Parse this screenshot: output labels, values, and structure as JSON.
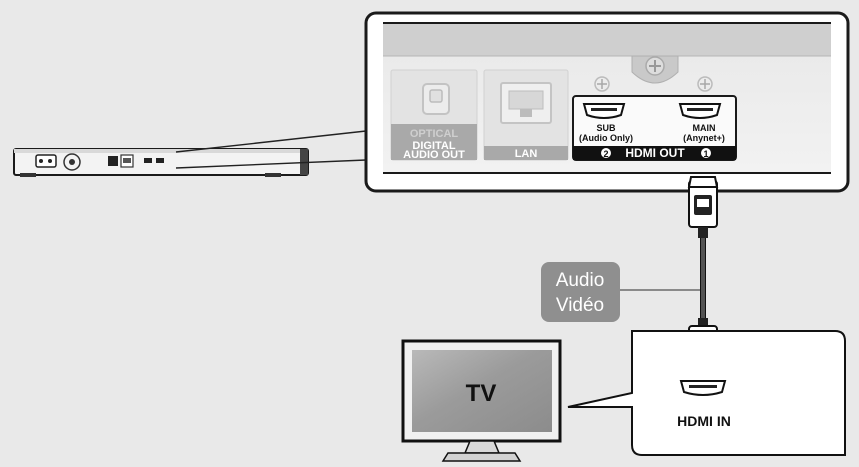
{
  "panel": {
    "optical_label": "OPTICAL",
    "digital_audio_out_label": [
      "DIGITAL",
      "AUDIO OUT"
    ],
    "lan_label": "LAN",
    "hdmi_sub_label": [
      "SUB",
      "(Audio Only)"
    ],
    "hdmi_main_label": [
      "MAIN",
      "(Anynet+)"
    ],
    "hdmi_out_label": "HDMI OUT",
    "hdmi_sub_number": "2",
    "hdmi_main_number": "1"
  },
  "cable": {
    "signal_label": [
      "Audio",
      "Vidéo"
    ]
  },
  "tv": {
    "screen_label": "TV",
    "input_label": "HDMI IN"
  },
  "colors": {
    "background": "#e9e9e9",
    "panel_frame": "#111111",
    "panel_top": "#cfcfcf",
    "label_box": "#8f8f8f",
    "port_dark": "#1a1a1a",
    "tv_screen": "#9d9d9d"
  }
}
